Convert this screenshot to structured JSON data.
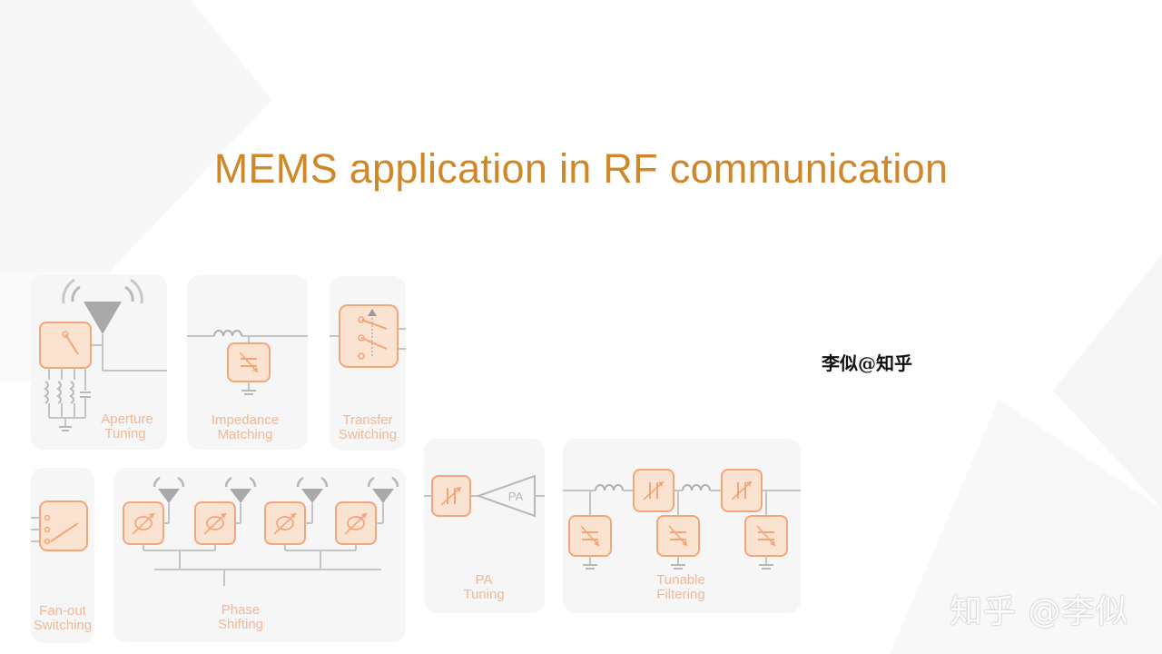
{
  "title": "MEMS application in RF communication",
  "author": "李似@知乎",
  "watermark": "知乎 @李似",
  "panels": [
    {
      "id": "aperture",
      "line1": "Aperture",
      "line2": "Tuning"
    },
    {
      "id": "impedance",
      "line1": "Impedance",
      "line2": "Matching"
    },
    {
      "id": "transfer",
      "line1": "Transfer",
      "line2": "Switching"
    },
    {
      "id": "fanout",
      "line1": "Fan-out",
      "line2": "Switching"
    },
    {
      "id": "phase",
      "line1": "Phase",
      "line2": "Shifting"
    },
    {
      "id": "pa",
      "line1": "PA",
      "line2": "Tuning"
    },
    {
      "id": "filtering",
      "line1": "Tunable",
      "line2": "Filtering"
    }
  ],
  "pa_block_label": "PA",
  "colors": {
    "title": "#d0872a",
    "component_fill": "#fbe3d2",
    "component_stroke": "#f3a67a",
    "wire": "#c4c4c4",
    "panel_bg": "#f6f6f6",
    "label": "#f0b898"
  }
}
